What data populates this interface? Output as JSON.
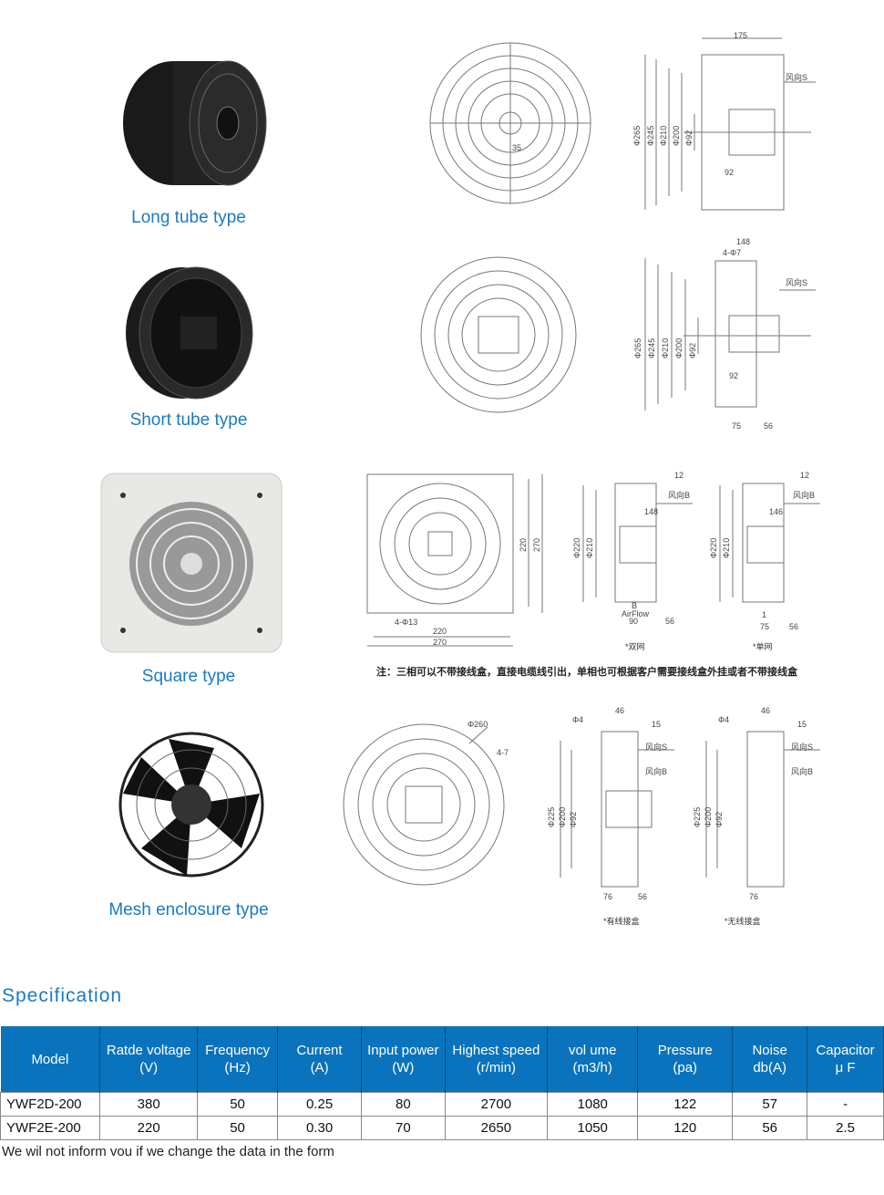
{
  "types": [
    {
      "label": "Long tube type",
      "dims": [
        "175",
        "风向S",
        "Φ265",
        "Φ245",
        "Φ210",
        "Φ200",
        "Φ92",
        "92",
        "35"
      ]
    },
    {
      "label": "Short tube type",
      "dims": [
        "148",
        "4-Φ7",
        "风向S",
        "Φ265",
        "Φ245",
        "Φ210",
        "Φ200",
        "Φ92",
        "92",
        "75",
        "56"
      ]
    },
    {
      "label": "Square type",
      "dims": [
        "220",
        "270",
        "4-Φ13",
        "220",
        "270",
        "12",
        "风向B",
        "148",
        "Φ220",
        "Φ210",
        "B",
        "AirFlow",
        "90",
        "56",
        "12",
        "风向B",
        "146",
        "Φ220",
        "Φ210",
        "1",
        "75",
        "56"
      ],
      "captions": [
        "*双网",
        "*单网"
      ],
      "note": "注：三相可以不带接线盒，直接电缆线引出，单相也可根据客户需要接线盒外挂或者不带接线盒"
    },
    {
      "label": "Mesh enclosure type",
      "dims": [
        "Φ260",
        "4-7",
        "Φ4",
        "46",
        "15",
        "风向S",
        "风向B",
        "Φ225",
        "Φ200",
        "Φ92",
        "76",
        "56",
        "Φ4",
        "46",
        "15",
        "风向S",
        "风向B",
        "Φ225",
        "Φ200",
        "Φ92",
        "76"
      ],
      "captions": [
        "*有线接盒",
        "*无线接盒"
      ]
    }
  ],
  "spec": {
    "title": "Specification",
    "headers": [
      [
        "Model",
        ""
      ],
      [
        "Ratde voltage",
        "(V)"
      ],
      [
        "Frequency",
        "(Hz)"
      ],
      [
        "Current",
        "(A)"
      ],
      [
        "Input power",
        "(W)"
      ],
      [
        "Highest speed",
        "(r/min)"
      ],
      [
        "vol ume",
        "(m3/h)"
      ],
      [
        "Pressure",
        "(pa)"
      ],
      [
        "Noise",
        "db(A)"
      ],
      [
        "Capacitor",
        "μ F"
      ]
    ],
    "rows": [
      [
        "YWF2D-200",
        "380",
        "50",
        "0.25",
        "80",
        "2700",
        "1080",
        "122",
        "57",
        "-"
      ],
      [
        "YWF2E-200",
        "220",
        "50",
        "0.30",
        "70",
        "2650",
        "1050",
        "120",
        "56",
        "2.5"
      ]
    ],
    "footnote": "We wil not inform vou if we change the data in the form"
  },
  "colors": {
    "accent": "#1a7ac4",
    "header": "#0a73bd"
  }
}
